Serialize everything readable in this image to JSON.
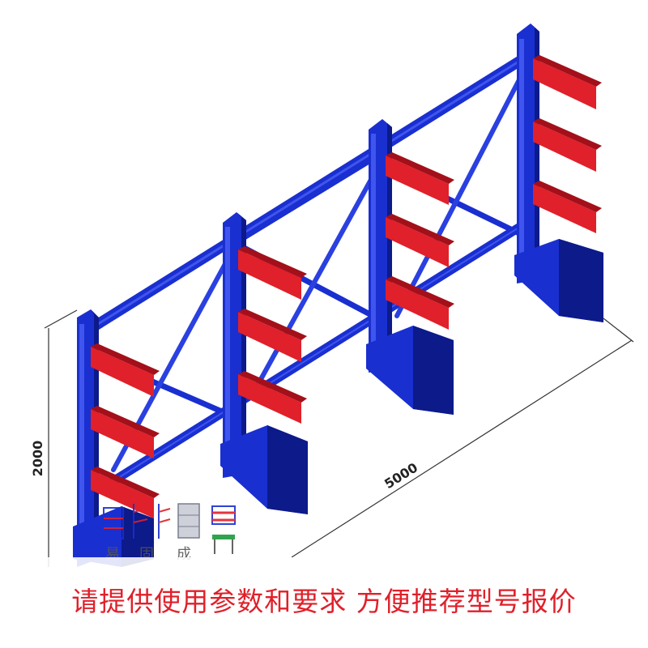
{
  "dimensions": {
    "height_label": "2000",
    "length_label": "5000"
  },
  "watermark_chars": [
    "易",
    "固",
    "成"
  ],
  "banner": {
    "text": "请提供使用参数和要求 方便推荐型号报价"
  },
  "colors": {
    "frame": "#1a2fd0",
    "frame_dark": "#0c1a8a",
    "frame_light": "#3f55ee",
    "arm": "#e0202a",
    "arm_dark": "#a3101a",
    "banner_text": "#e0202a",
    "dimension_line": "#333333"
  }
}
